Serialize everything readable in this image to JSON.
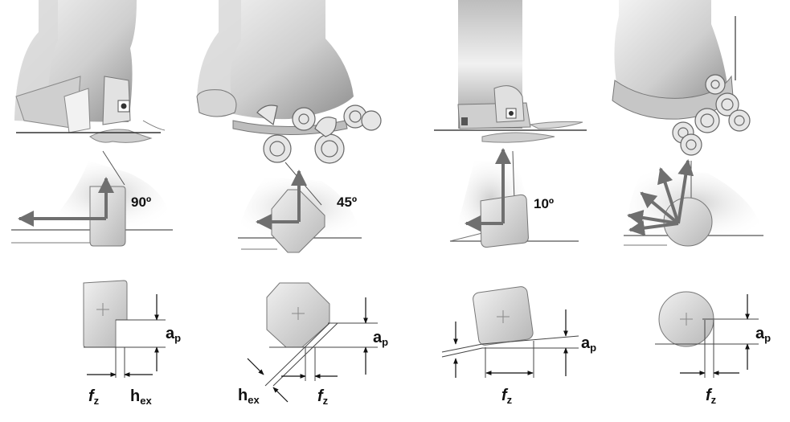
{
  "panels": [
    {
      "angle": "90º",
      "symbols": {
        "fz": {
          "main": "f",
          "sub": "z"
        },
        "hex": {
          "main": "h",
          "sub": "ex"
        },
        "ap": {
          "main": "a",
          "sub": "p"
        }
      }
    },
    {
      "angle": "45º",
      "symbols": {
        "fz": {
          "main": "f",
          "sub": "z"
        },
        "hex": {
          "main": "h",
          "sub": "ex"
        },
        "ap": {
          "main": "a",
          "sub": "p"
        }
      }
    },
    {
      "angle": "10º",
      "symbols": {
        "fz": {
          "main": "f",
          "sub": "z"
        },
        "ap": {
          "main": "a",
          "sub": "p"
        }
      }
    },
    {
      "angle": "",
      "symbols": {
        "fz": {
          "main": "f",
          "sub": "z"
        },
        "ap": {
          "main": "a",
          "sub": "p"
        }
      }
    }
  ],
  "colors": {
    "ink": "#111111",
    "metal_light": "#ececec",
    "metal_dark": "#8a8a8a",
    "arrow": "#7a7a7a"
  }
}
